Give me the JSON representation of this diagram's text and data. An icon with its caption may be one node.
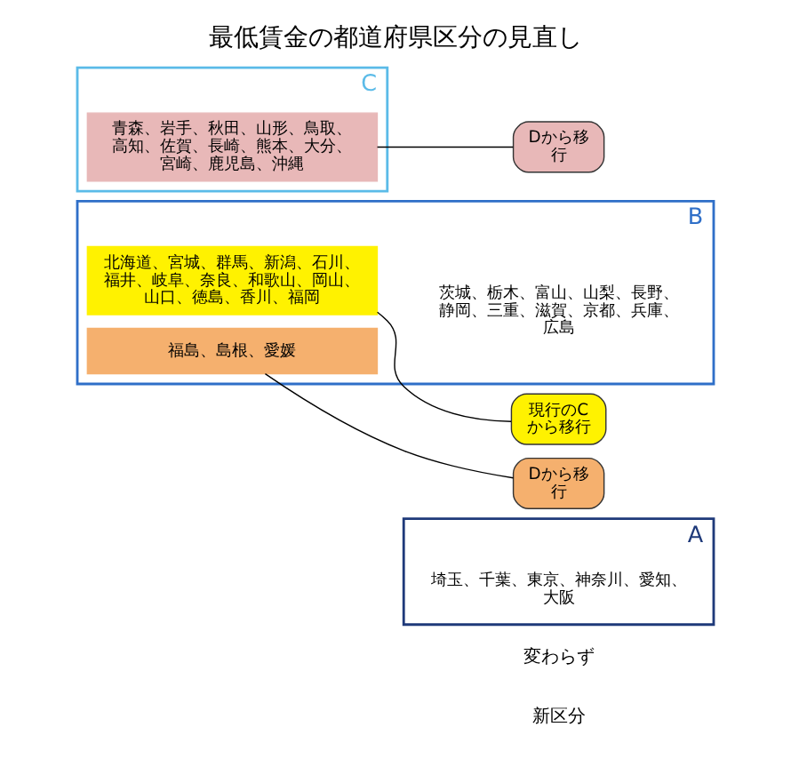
{
  "diagram": {
    "title": "最低賃金の都道府県区分の見直し",
    "nodes": [
      {
        "text": [
          "A"
        ]
      },
      {
        "text": [
          "埼玉、千葉、東京、神奈川、愛知、大阪"
        ],
        "in": 0
      },
      {
        "text": [
          "B"
        ]
      },
      {
        "text": [
          "茨城、栃木、富山、山梨、長野、静岡、三重、滋賀、京都、兵庫、広島"
        ],
        "in": 2
      },
      {
        "text": [
          "北海道、宮城、群馬、新潟、石川、福井、岐阜、奈良、和歌山、岡山、山口、徳島、香川、福岡"
        ],
        "in": 2
      },
      {
        "text": [
          "福島、島根、愛媛"
        ],
        "in": 2
      },
      {
        "text": [
          "C"
        ]
      },
      {
        "text": [
          "青森、岩手、秋田、山形、鳥取、高知、佐賀、長崎、熊本、大分、宮崎、鹿児島、沖縄"
        ],
        "in": 6
      },
      {
        "text": [
          "現行のCから移行"
        ]
      },
      {
        "text": [
          "Dから移行"
        ]
      },
      {
        "text": [
          "Dから移行"
        ]
      }
    ],
    "edges": [
      {
        "from": 8,
        "to": 4,
        "arrow": "none"
      },
      {
        "from": 9,
        "to": 5,
        "arrow": "none"
      },
      {
        "from": 10,
        "to": 7,
        "arrow": "none"
      }
    ],
    "labels": [
      "新区分",
      "変わらず"
    ]
  }
}
